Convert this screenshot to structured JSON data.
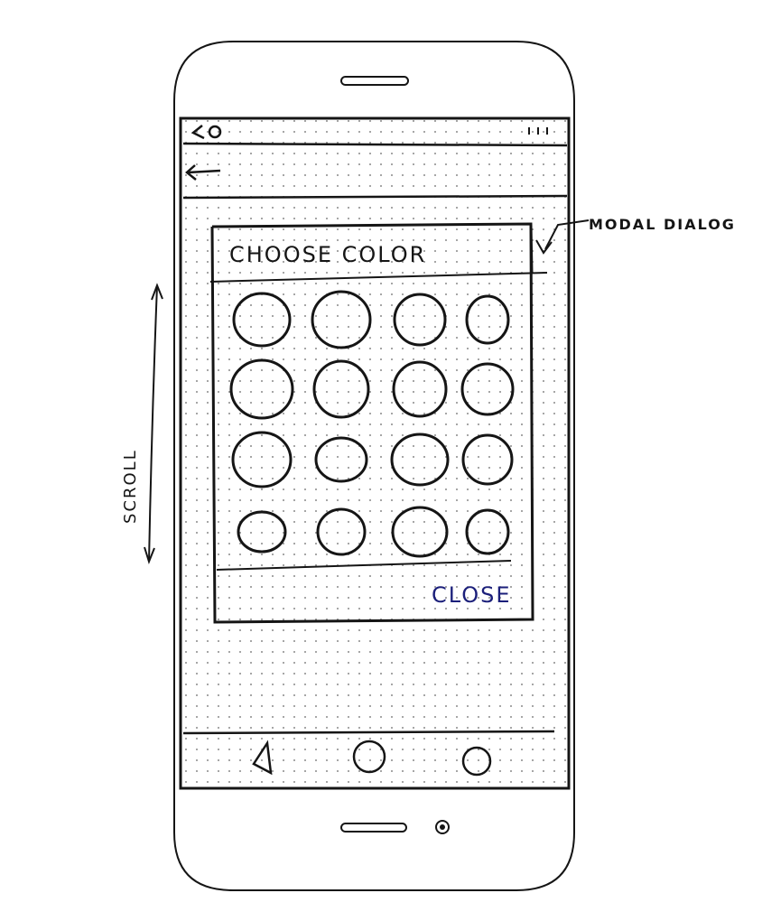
{
  "dialog": {
    "title": "CHOOSE COLOR",
    "close_label": "CLOSE",
    "swatch_rows": 4,
    "swatch_cols": 4
  },
  "annotations": {
    "dialog_note": "MODAL DIALOG",
    "scroll_note": "SCROLL"
  },
  "icons": {
    "status_left": "back-circle-icon",
    "status_right": "signal-icon",
    "app_bar_back": "arrow-left-icon",
    "nav_back": "triangle-back-icon",
    "nav_home": "circle-home-icon",
    "nav_recents": "circle-recents-icon"
  },
  "colors": {
    "ink": "#151515",
    "close_ink": "#1b1f7a",
    "grid_dot": "#8a8a8a"
  }
}
